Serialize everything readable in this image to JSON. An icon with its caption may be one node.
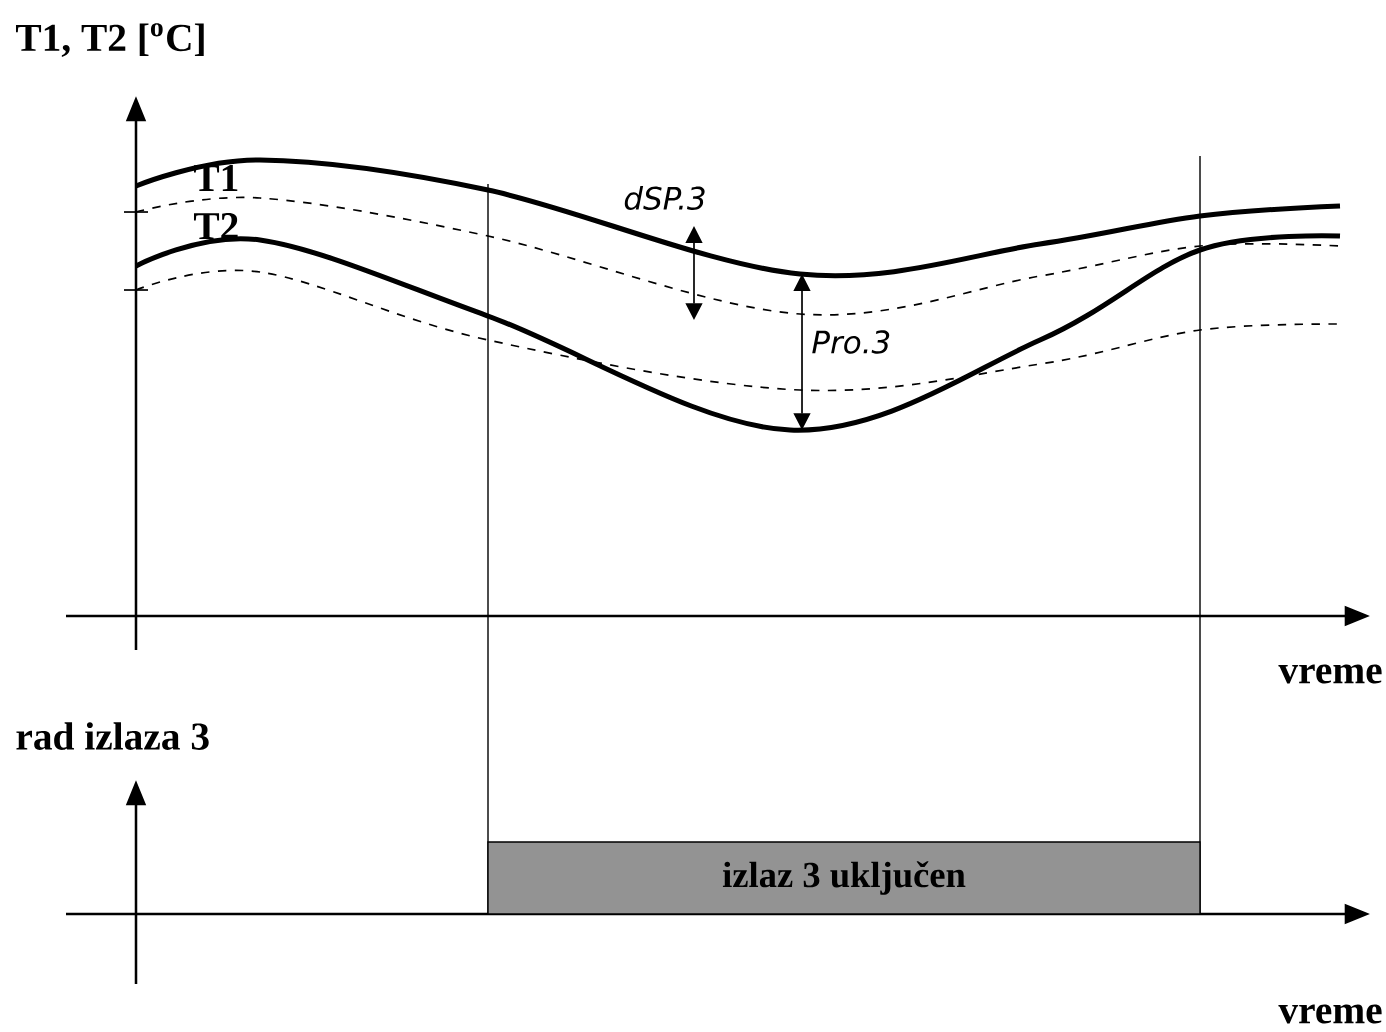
{
  "diagram": {
    "nodes": [
      {
        "text": [
          "izlaz 3 uključen"
        ]
      }
    ],
    "labels": [
      "T1, T2 [$^{o}$C]",
      "T1",
      "T2",
      "dSP.3",
      "Pro.3",
      "vreme",
      "rad izlaza 3",
      "vreme"
    ]
  }
}
